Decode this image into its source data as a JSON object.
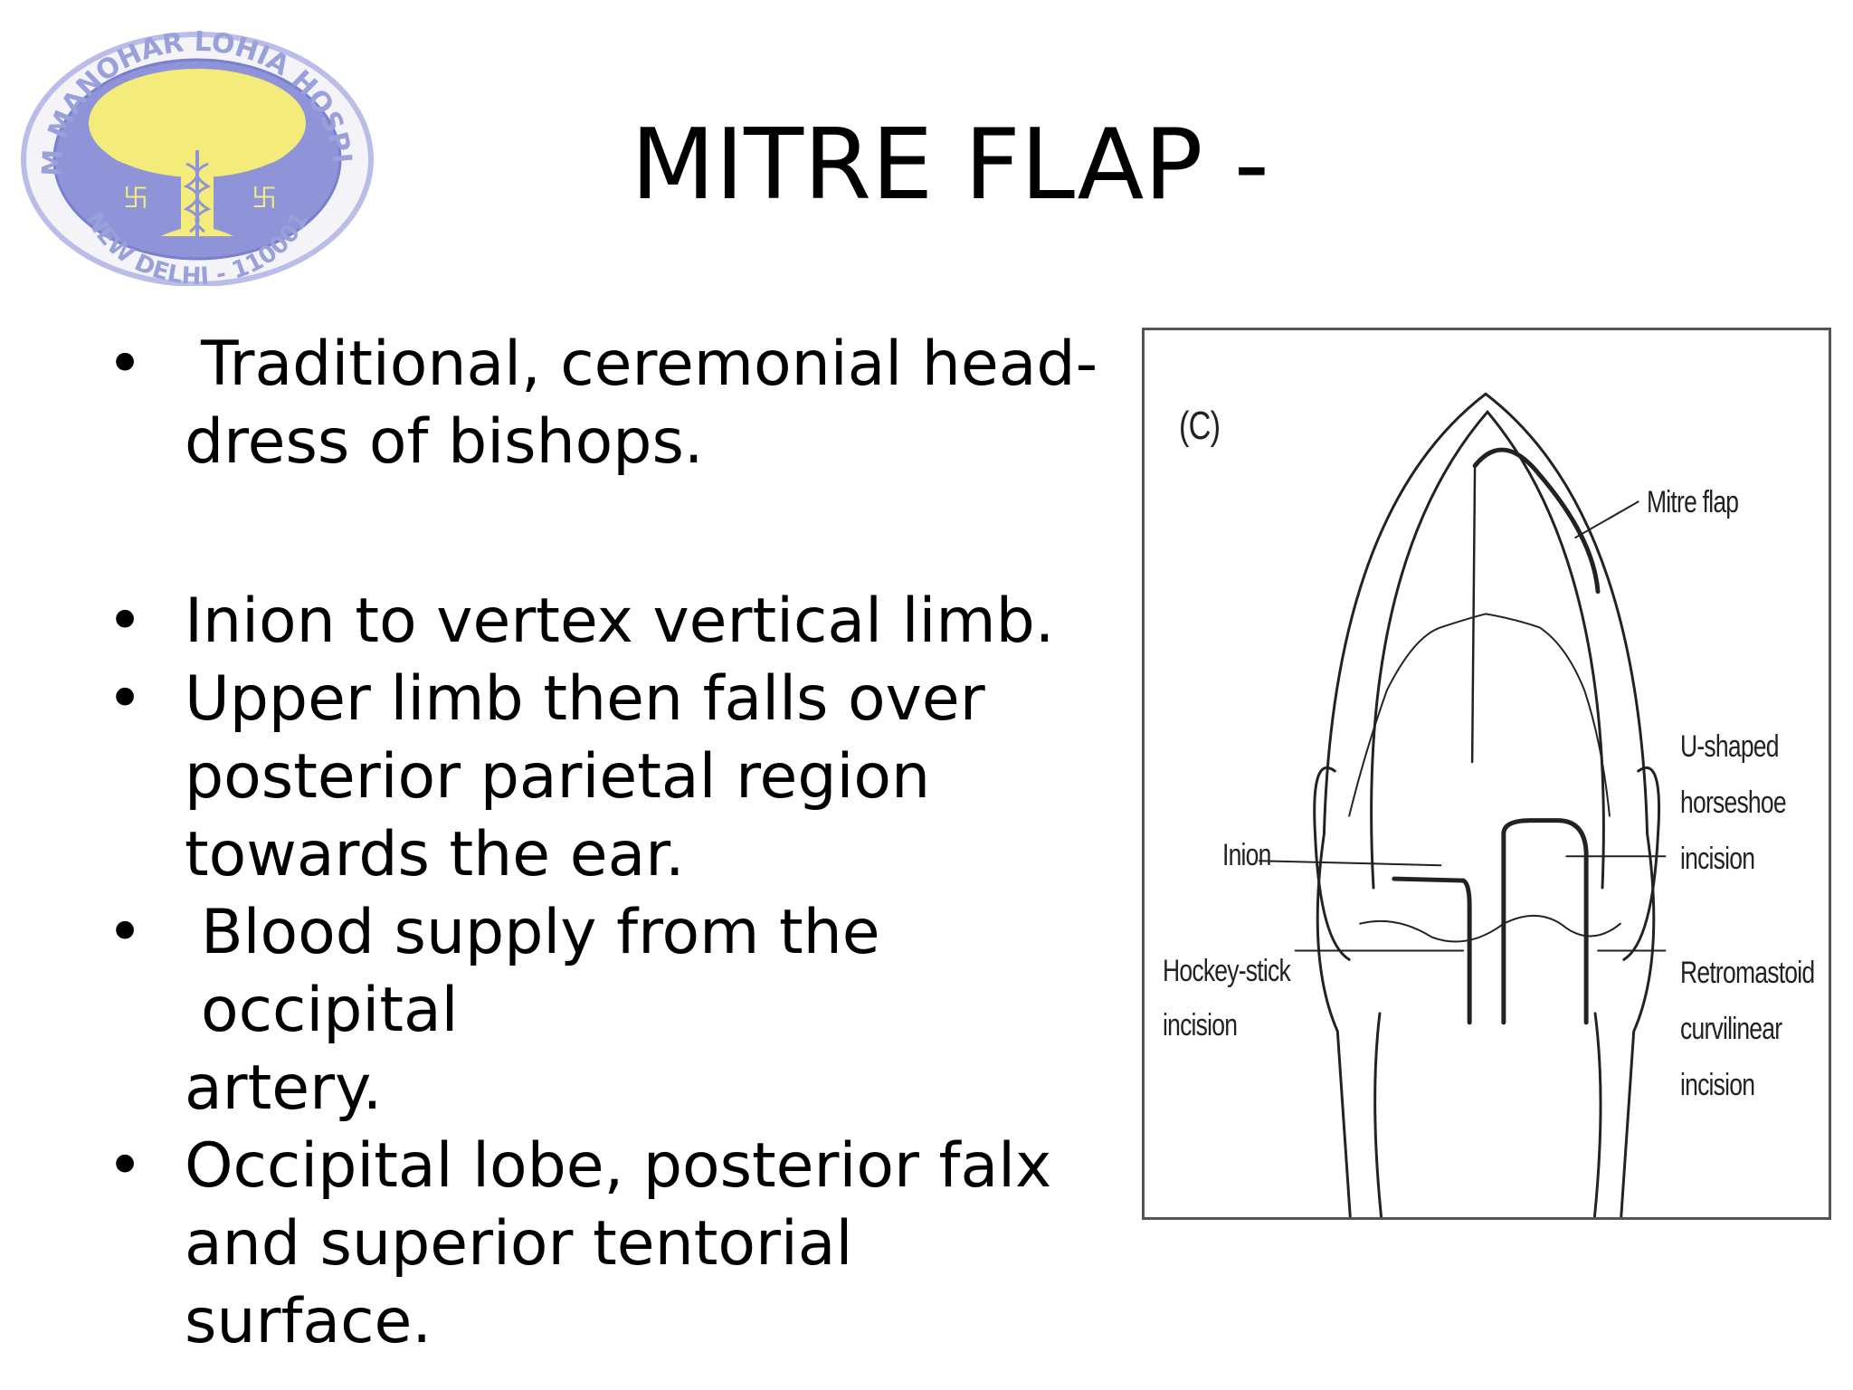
{
  "slide": {
    "title": "MITRE FLAP -",
    "logo": {
      "icon": "hospital-seal-icon",
      "text_top": "RAM MANOHAR LOHIA HOSPITAL",
      "text_bottom": "NEW DELHI - 110001",
      "colors": {
        "ring": "#b9bde8",
        "inner": "#8f93d8",
        "tree": "#f4ec7a"
      }
    },
    "bullets": [
      "Traditional, ceremonial head-dress of bishops.",
      "Inion to vertex vertical limb.",
      "Upper limb then falls over posterior parietal region towards the ear.",
      "Blood supply from the occipital artery.",
      "Occipital lobe, posterior falx and superior tentorial surface."
    ],
    "bullet_lines": [
      [
        "Traditional, ceremonial head-",
        "dress of bishops."
      ],
      [
        "Inion to vertex vertical limb."
      ],
      [
        "Upper limb then falls over",
        "posterior parietal region",
        "towards the ear."
      ],
      [
        "Blood supply from the occipital",
        "artery."
      ],
      [
        "Occipital lobe, posterior falx",
        "and superior tentorial surface."
      ]
    ],
    "figure": {
      "panel_label": "(C)",
      "labels": {
        "mitre_flap": "Mitre flap",
        "u_shaped_1": "U-shaped",
        "u_shaped_2": "horseshoe",
        "u_shaped_3": "incision",
        "inion": "Inion",
        "hockey_1": "Hockey-stick",
        "hockey_2": "incision",
        "retro_1": "Retromastoid",
        "retro_2": "curvilinear",
        "retro_3": "incision"
      }
    }
  }
}
